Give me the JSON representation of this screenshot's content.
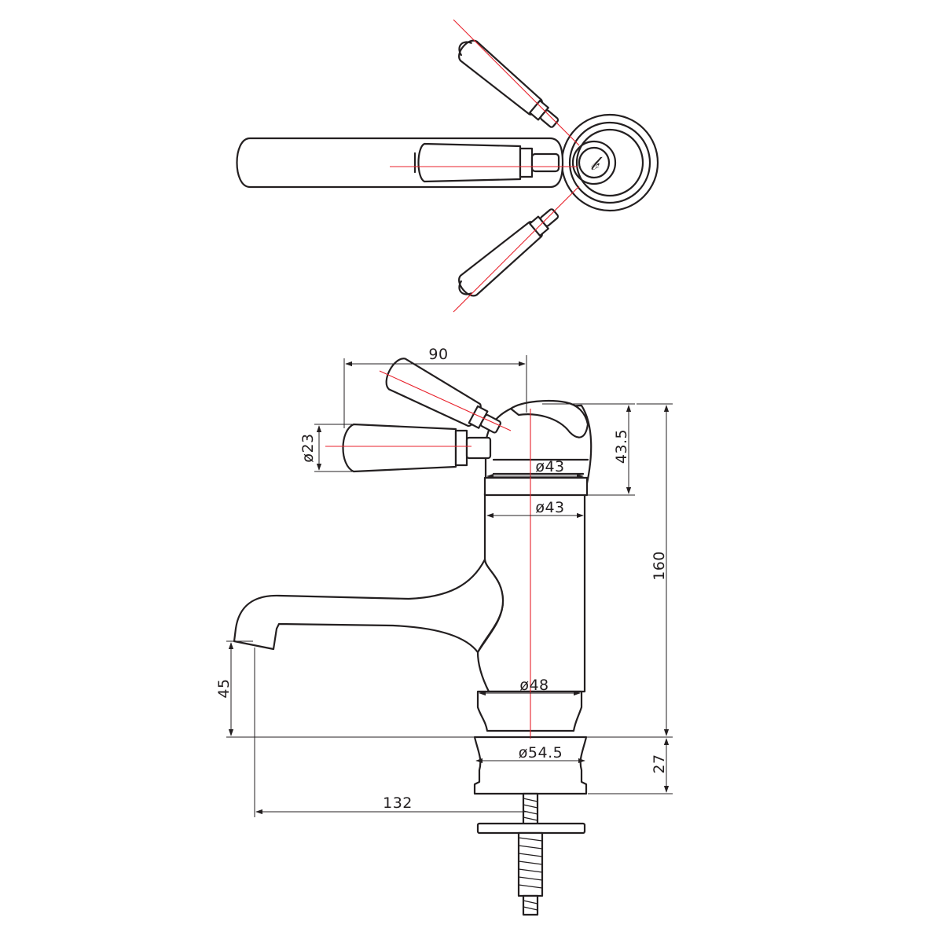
{
  "drawing": {
    "colors": {
      "outline": "#231f20",
      "centerline": "#e8212b",
      "background": "#ffffff"
    },
    "top_view": {
      "logo_glyph": "𝒷"
    },
    "dimensions": {
      "handle_span": "90",
      "handle_diameter": "ø23",
      "head_height": "43.5",
      "head_diameter": "ø43",
      "body_diameter": "ø43",
      "overall_height": "160",
      "spout_height": "45",
      "collar_diameter": "ø48",
      "base_diameter": "ø54.5",
      "base_height": "27",
      "spout_reach": "132"
    }
  }
}
